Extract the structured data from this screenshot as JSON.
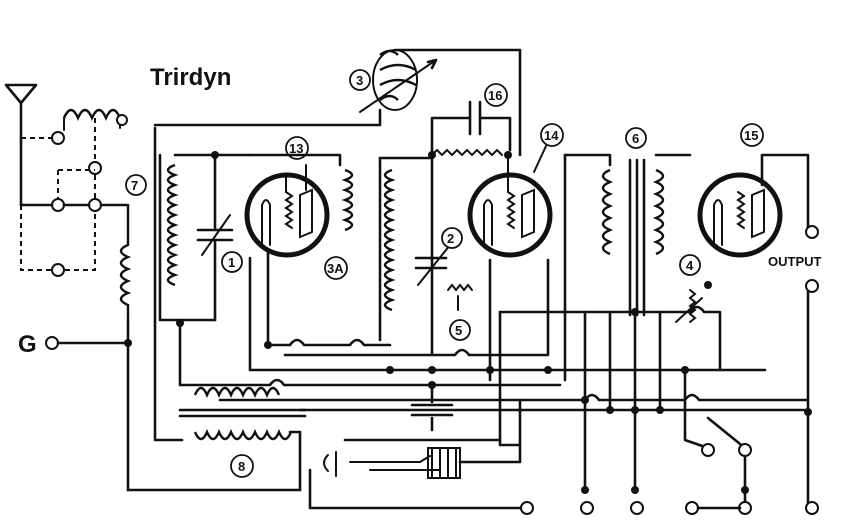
{
  "diagram": {
    "title": "Trirdyn",
    "ground_label": "G",
    "output_label": "OUTPUT",
    "callouts": [
      "1",
      "2",
      "3",
      "4",
      "5",
      "6",
      "7",
      "8",
      "13",
      "14",
      "15",
      "16",
      "3A"
    ]
  }
}
